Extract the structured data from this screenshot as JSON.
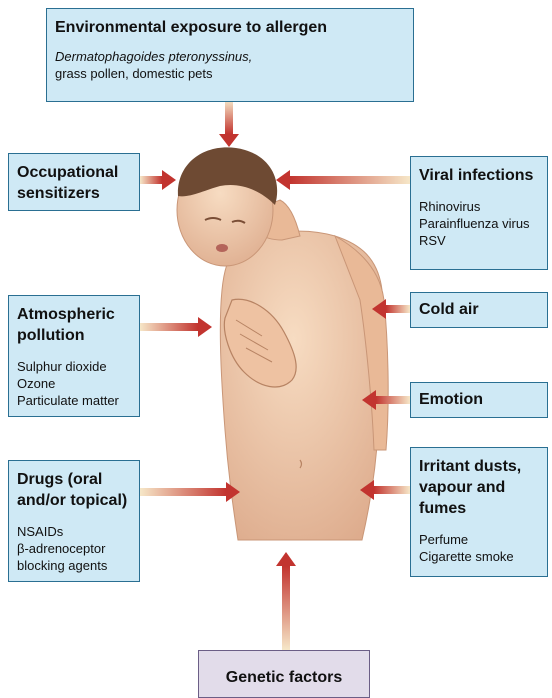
{
  "boxes": {
    "environmental": {
      "title": "Environmental exposure to allergen",
      "line1": "Dermatophagoides pteronyssinus,",
      "line2": "grass pollen, domestic pets"
    },
    "occupational": {
      "title1": "Occupational",
      "title2": "sensitizers"
    },
    "viral": {
      "title": "Viral infections",
      "items": [
        "Rhinovirus",
        "Parainfluenza virus",
        "RSV"
      ]
    },
    "atmospheric": {
      "title1": "Atmospheric",
      "title2": "pollution",
      "items": [
        "Sulphur dioxide",
        "Ozone",
        "Particulate matter"
      ]
    },
    "cold": {
      "title": "Cold air"
    },
    "emotion": {
      "title": "Emotion"
    },
    "drugs": {
      "title1": "Drugs (oral",
      "title2": "and/or topical)",
      "items": [
        "NSAIDs",
        "β-adrenoceptor",
        "blocking agents"
      ]
    },
    "irritant": {
      "title1": "Irritant dusts,",
      "title2": "vapour and",
      "title3": "fumes",
      "items": [
        "Perfume",
        "Cigarette smoke"
      ]
    },
    "genetic": {
      "title": "Genetic factors"
    }
  },
  "colors": {
    "box_fill": "#cfe9f5",
    "box_border": "#2a6f92",
    "arrow": "#c2342f",
    "skin": "#f2c9a7",
    "hair": "#6e4a33",
    "genetic_fill": "#e2dcea"
  }
}
